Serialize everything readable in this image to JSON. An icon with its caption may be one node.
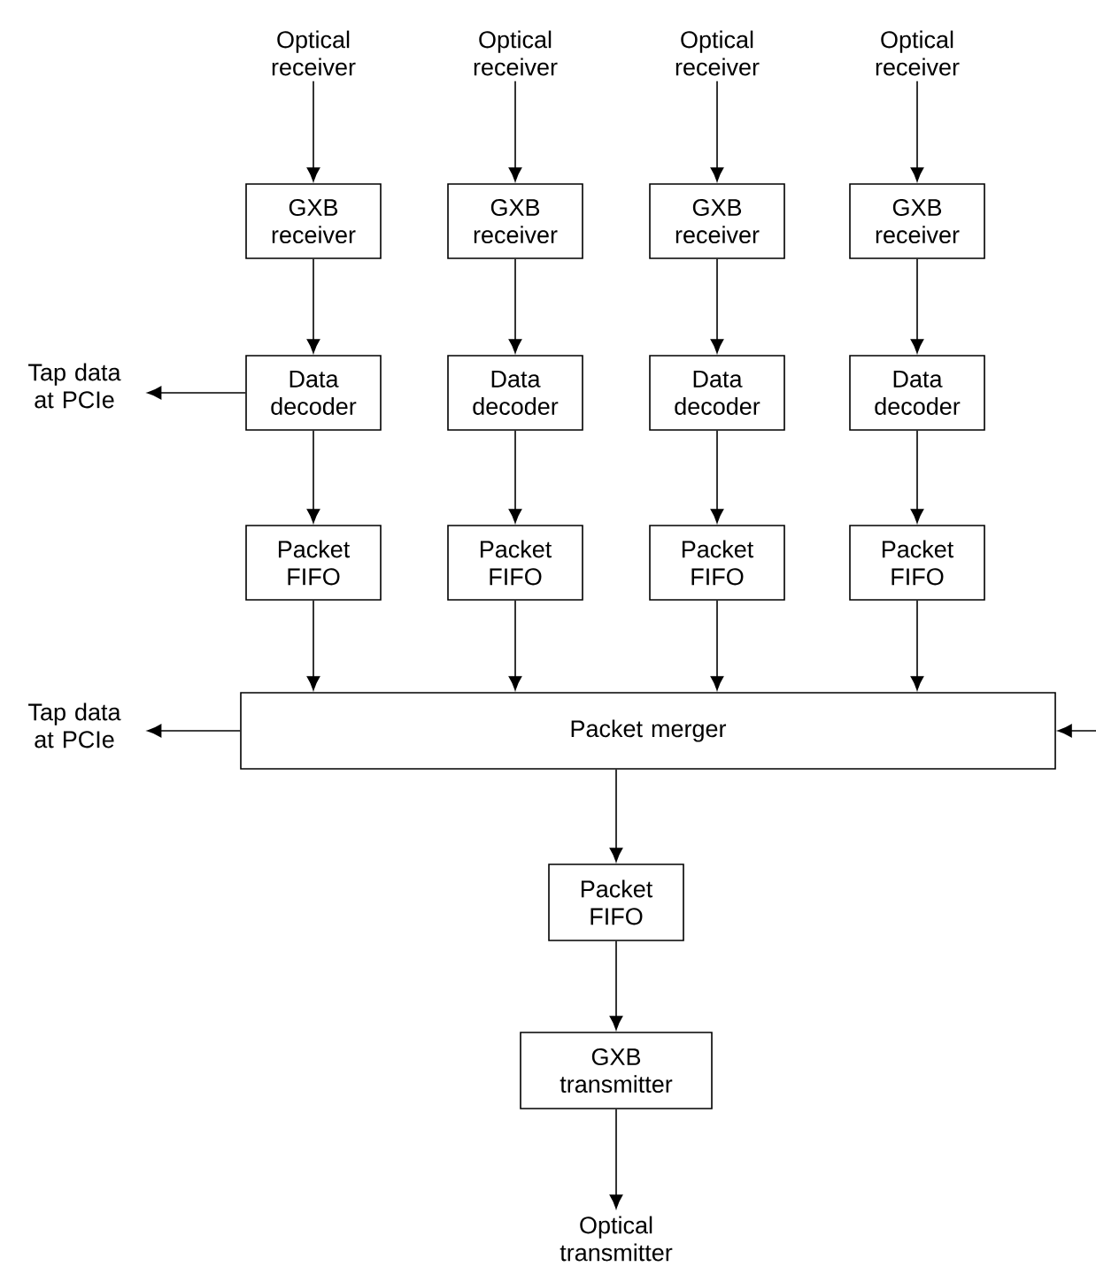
{
  "diagram": {
    "nodes": [
      {
        "text": [
          "Optical receiver"
        ]
      },
      {
        "text": [
          "Optical receiver"
        ]
      },
      {
        "text": [
          "Optical receiver"
        ]
      },
      {
        "text": [
          "Optical receiver"
        ]
      },
      {
        "text": [
          "GXB receiver"
        ]
      },
      {
        "text": [
          "GXB receiver"
        ]
      },
      {
        "text": [
          "GXB receiver"
        ]
      },
      {
        "text": [
          "GXB receiver"
        ]
      },
      {
        "text": [
          "Tap data at PCIe"
        ]
      },
      {
        "text": [
          "Data decoder"
        ]
      },
      {
        "text": [
          "Data decoder"
        ]
      },
      {
        "text": [
          "Data decoder"
        ]
      },
      {
        "text": [
          "Data decoder"
        ]
      },
      {
        "text": [
          "Packet FIFO"
        ]
      },
      {
        "text": [
          "Packet FIFO"
        ]
      },
      {
        "text": [
          "Packet FIFO"
        ]
      },
      {
        "text": [
          "Packet FIFO"
        ]
      },
      {
        "text": [
          "Tap data at PCIe"
        ]
      },
      {
        "text": [
          "Packet merger"
        ]
      },
      {
        "text": [
          "Packet FIFO"
        ]
      },
      {
        "text": [
          "GXB transmitter"
        ]
      },
      {
        "text": [
          "Optical transmitter"
        ]
      }
    ],
    "edges": [
      {
        "from": 0,
        "to": 4,
        "arrow": "to"
      },
      {
        "from": 1,
        "to": 5,
        "arrow": "to"
      },
      {
        "from": 2,
        "to": 6,
        "arrow": "to"
      },
      {
        "from": 3,
        "to": 7,
        "arrow": "to"
      },
      {
        "from": 4,
        "to": 9,
        "arrow": "to"
      },
      {
        "from": 5,
        "to": 10,
        "arrow": "to"
      },
      {
        "from": 6,
        "to": 11,
        "arrow": "to"
      },
      {
        "from": 7,
        "to": 12,
        "arrow": "to"
      },
      {
        "from": 9,
        "to": 8,
        "arrow": "to"
      },
      {
        "from": 9,
        "to": 13,
        "arrow": "to"
      },
      {
        "from": 10,
        "to": 14,
        "arrow": "to"
      },
      {
        "from": 11,
        "to": 15,
        "arrow": "to"
      },
      {
        "from": 12,
        "to": 16,
        "arrow": "to"
      },
      {
        "from": 13,
        "to": 18,
        "arrow": "to"
      },
      {
        "from": 14,
        "to": 18,
        "arrow": "to"
      },
      {
        "from": 15,
        "to": 18,
        "arrow": "to"
      },
      {
        "from": 16,
        "to": 18,
        "arrow": "to"
      },
      {
        "from": 18,
        "to": 17,
        "arrow": "to"
      },
      {
        "from": null,
        "to": 18,
        "arrow": "to"
      },
      {
        "from": 18,
        "to": 19,
        "arrow": "to"
      },
      {
        "from": 19,
        "to": 20,
        "arrow": "to"
      },
      {
        "from": 20,
        "to": 21,
        "arrow": "to"
      }
    ]
  }
}
